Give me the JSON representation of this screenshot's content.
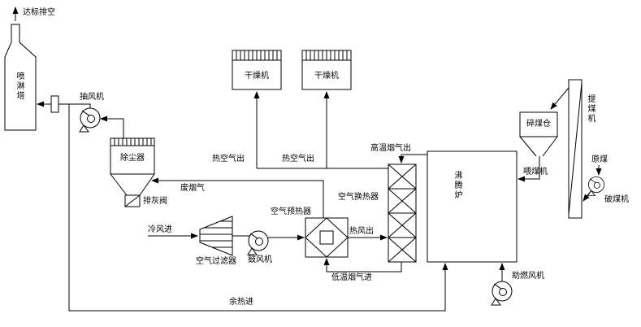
{
  "diagram": {
    "colors": {
      "line": "#000000",
      "background": "#ffffff"
    },
    "labels": {
      "stack_out": "达标排空",
      "spray_tower": "喷淋塔",
      "exhaust_fan": "抽风机",
      "dust_collector": "除尘器",
      "ash_valve": "排灰阀",
      "waste_flue_gas": "废烟气",
      "dryer_1": "干燥机",
      "dryer_2": "干燥机",
      "hot_air_out_1": "热空气出",
      "hot_air_out_2": "热空气出",
      "cold_air_in": "冷风进",
      "air_filter": "空气过滤器",
      "blower": "鼓风机",
      "air_preheater": "空气预热器",
      "hot_wind_out": "热风出",
      "air_heat_exchanger": "空气换热器",
      "high_temp_flue_gas_out": "高温烟气出",
      "low_temp_flue_gas_in": "低温烟气进",
      "fluidized_bed_furnace": "沸腾炉",
      "combustion_fan": "助燃风机",
      "crushed_coal_bunker": "碎煤仓",
      "coal_feeder": "喂煤机",
      "coal_elevator": "提煤机",
      "raw_coal": "原煤",
      "coal_crusher": "破煤机",
      "waste_heat_in": "余热进"
    }
  }
}
